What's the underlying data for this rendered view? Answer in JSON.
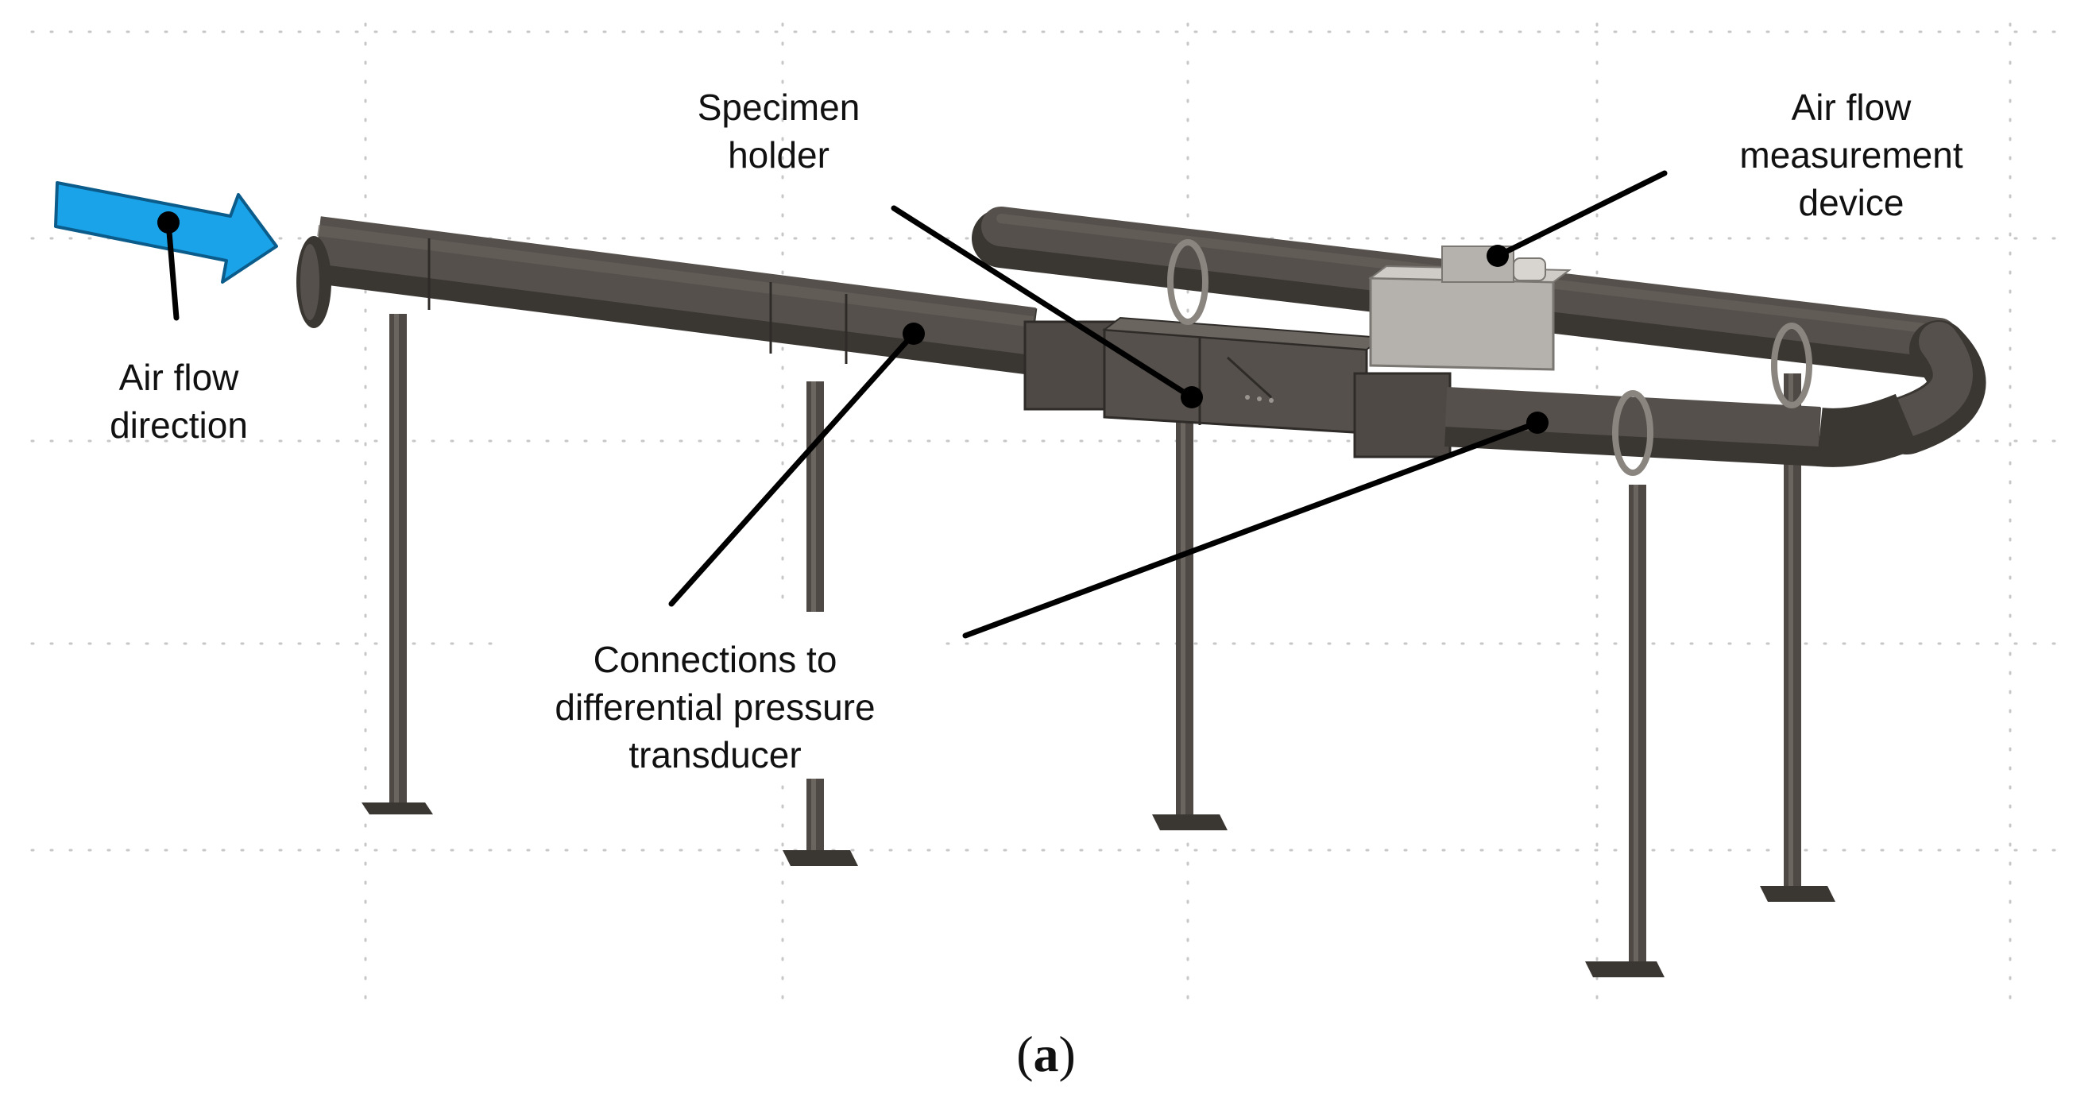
{
  "labels": {
    "airflow_direction": [
      "Air flow",
      "direction"
    ],
    "specimen_holder": [
      "Specimen",
      "holder"
    ],
    "airflow_measurement": [
      "Air flow",
      "measurement",
      "device"
    ],
    "connections": [
      "Connections to",
      "differential pressure",
      "transducer"
    ]
  },
  "caption": {
    "open": "(",
    "letter": "a",
    "close": ")"
  },
  "colors": {
    "arrow_fill": "#1aa3e8",
    "arrow_stroke": "#0b5c8a",
    "pipe": "#55504b",
    "pipe_dark": "#3a3632",
    "pipe_light": "#6b6560",
    "box_light": "#b5b2ae",
    "leader": "#000000",
    "grid_dot": "#c7c7c7"
  }
}
